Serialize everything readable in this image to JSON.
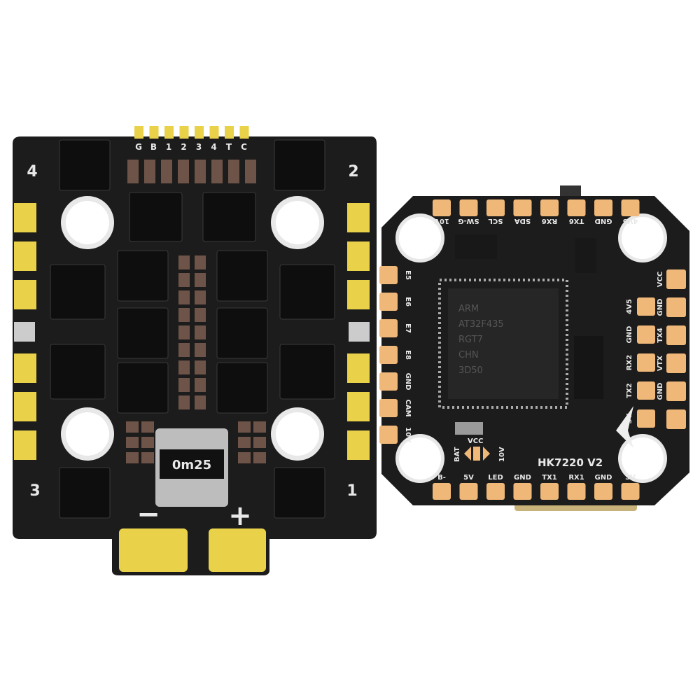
{
  "colors": {
    "pcb": "#1c1c1c",
    "gold": "#f0b878",
    "yellow": "#e9d24a",
    "silk": "#e8e8e8",
    "mosfet": "#222222",
    "cap": "#6e5448",
    "background": "#ffffff"
  },
  "esc": {
    "top_pins": [
      "G",
      "B",
      "1",
      "2",
      "3",
      "4",
      "T",
      "C"
    ],
    "corner_labels": [
      "4",
      "2",
      "3",
      "1"
    ],
    "shunt": "0m25",
    "minus": "−",
    "plus": "+"
  },
  "fc": {
    "top_labels": [
      "10V",
      "SW-G",
      "SCL",
      "SDA",
      "RX6",
      "TX6",
      "GND",
      "4V5"
    ],
    "left_labels": [
      "E5",
      "E6",
      "E7",
      "E8",
      "GND",
      "CAM",
      "10V"
    ],
    "right_inner_labels": [
      "4V5",
      "GND",
      "RX2",
      "TX2",
      "5V"
    ],
    "right_outer_labels": [
      "VCC",
      "GND",
      "TX4",
      "VTX",
      "GND"
    ],
    "bottom_labels": [
      "B-",
      "5V",
      "LED",
      "GND",
      "TX1",
      "RX1",
      "GND",
      "5V"
    ],
    "bat_label": "BAT",
    "vcc_label": "VCC",
    "v10_label": "10V",
    "model": "HK7220 V2",
    "mcu_lines": [
      "ARM",
      "AT32F435",
      "RGT7",
      "CHN",
      "3D50"
    ]
  }
}
